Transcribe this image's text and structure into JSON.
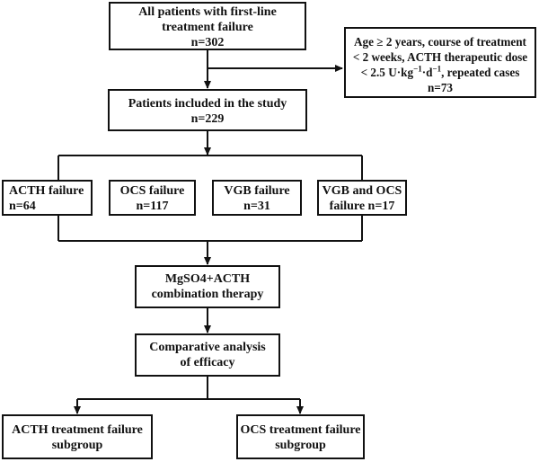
{
  "nodes": {
    "all_patients": {
      "lines": [
        "All patients with first-line",
        "treatment failure",
        "n=302"
      ]
    },
    "exclusion": {
      "line1": "Age ≥ 2 years, course of treatment",
      "line2": "< 2 weeks, ACTH therapeutic dose",
      "line3_prefix": "< 2.5 U·kg",
      "line3_sup1": "−1",
      "line3_mid": "·d",
      "line3_sup2": "−1",
      "line3_suffix": ", repeated cases",
      "line4": "n=73"
    },
    "included": {
      "lines": [
        "Patients included in the study",
        "n=229"
      ]
    },
    "acth_failure": {
      "lines": [
        "ACTH failure",
        "n=64"
      ]
    },
    "ocs_failure": {
      "lines": [
        "OCS failure",
        "n=117"
      ]
    },
    "vgb_failure": {
      "lines": [
        "VGB failure",
        "n=31"
      ]
    },
    "vgb_ocs_failure": {
      "lines": [
        "VGB and OCS",
        "failure n=17"
      ]
    },
    "combination": {
      "lines": [
        "MgSO4+ACTH",
        "combination therapy"
      ]
    },
    "analysis": {
      "lines": [
        "Comparative analysis",
        "of efficacy"
      ]
    },
    "acth_subgroup": {
      "lines": [
        "ACTH treatment failure",
        "subgroup"
      ]
    },
    "ocs_subgroup": {
      "lines": [
        "OCS treatment failure",
        "subgroup"
      ]
    }
  },
  "colors": {
    "line": "#111111",
    "text": "#111111",
    "background": "#ffffff"
  }
}
